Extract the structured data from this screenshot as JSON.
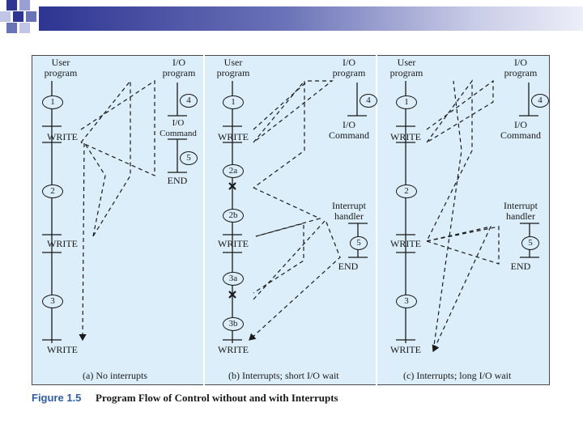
{
  "panels": [
    {
      "user_program_label": "User\nprogram",
      "io_program_label": "I/O\nprogram",
      "steps": [
        "1",
        "2",
        "3",
        "4",
        "5"
      ],
      "write_labels": [
        "WRITE",
        "WRITE",
        "WRITE"
      ],
      "io_command_label": "I/O\nCommand",
      "end_label": "END",
      "caption": "(a) No interrupts"
    },
    {
      "user_program_label": "User\nprogram",
      "io_program_label": "I/O\nprogram",
      "steps": [
        "1",
        "2a",
        "2b",
        "3a",
        "3b",
        "4",
        "5"
      ],
      "write_labels": [
        "WRITE",
        "WRITE",
        "WRITE"
      ],
      "io_command_label": "I/O\nCommand",
      "interrupt_handler_label": "Interrupt\nhandler",
      "end_label": "END",
      "caption": "(b) Interrupts; short I/O wait"
    },
    {
      "user_program_label": "User\nprogram",
      "io_program_label": "I/O\nprogram",
      "steps": [
        "1",
        "2",
        "3",
        "4",
        "5"
      ],
      "write_labels": [
        "WRITE",
        "WRITE",
        "WRITE"
      ],
      "io_command_label": "I/O\nCommand",
      "interrupt_handler_label": "Interrupt\nhandler",
      "end_label": "END",
      "caption": "(c) Interrupts; long I/O wait"
    }
  ],
  "figure": {
    "label": "Figure 1.5",
    "title": "Program Flow of Control without and with Interrupts"
  },
  "colors": {
    "banner": "#2e3592",
    "panel_bg": "#dceef9",
    "figure_label": "#2e5fa8"
  }
}
